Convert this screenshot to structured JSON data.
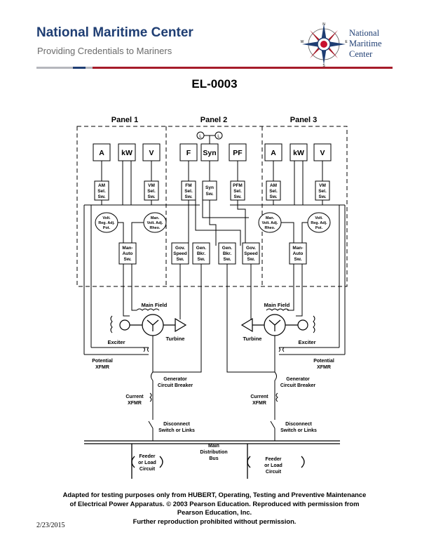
{
  "header": {
    "title": "National Maritime Center",
    "subtitle": "Providing Credentials to Mariners",
    "logo_lines": [
      "National",
      "Maritime",
      "Center"
    ],
    "compass_letters": [
      "N",
      "E",
      "S",
      "W"
    ]
  },
  "exam_code": "EL-0003",
  "diagram": {
    "panels": [
      "Panel 1",
      "Panel 2",
      "Panel 3"
    ],
    "lamp": "L",
    "meters": {
      "p1": [
        "A",
        "kW",
        "V"
      ],
      "p2": [
        "F",
        "Syn",
        "PF"
      ],
      "p3": [
        "A",
        "kW",
        "V"
      ]
    },
    "switch_labels": {
      "am": [
        "AM",
        "Sel.",
        "Sw."
      ],
      "vm": [
        "VM",
        "Sel.",
        "Sw."
      ],
      "fm": [
        "FM",
        "Sel.",
        "Sw."
      ],
      "syn": [
        "Syn",
        "Sw."
      ],
      "pfm": [
        "PFM",
        "Sel.",
        "Sw."
      ],
      "man_auto": [
        "Man-",
        "Auto",
        "Sw."
      ],
      "gov_speed": [
        "Gov.",
        "Speed",
        "Sw."
      ],
      "gen_bkr": [
        "Gen.",
        "Bkr.",
        "Sw."
      ]
    },
    "volt_reg": [
      "Volt.",
      "Reg. Adj.",
      "Pot."
    ],
    "man_volt_left": [
      "Man.",
      "Volt. Adj.",
      "Rheo."
    ],
    "man_volt_right": [
      "Man.",
      "Volt. Adj.",
      "Rheo."
    ],
    "labels": {
      "main_field": "Main Field",
      "exciter": "Exciter",
      "turbine": "Turbine",
      "potential": [
        "Potential",
        "XFMR"
      ],
      "generator_cb": [
        "Generator",
        "Circuit Breaker"
      ],
      "current": [
        "Current",
        "XFMR"
      ],
      "disconnect": [
        "Disconnect",
        "Switch or Links"
      ],
      "main_bus": [
        "Main",
        "Distribution",
        "Bus"
      ],
      "feeder": [
        "Feeder",
        "or Load",
        "Circuit"
      ]
    }
  },
  "credit_lines": [
    "Adapted for testing purposes only from HUBERT, Operating, Testing and Preventive Maintenance",
    "of Electrical Power Apparatus.  © 2003 Pearson Education. Reproduced with permission from",
    "Pearson Education, Inc.",
    "Further reproduction prohibited without permission."
  ],
  "date": "2/23/2015",
  "colors": {
    "brand_blue": "#1f3e73",
    "brand_red": "#a61c2a",
    "subtitle_gray": "#6a6a6a"
  }
}
